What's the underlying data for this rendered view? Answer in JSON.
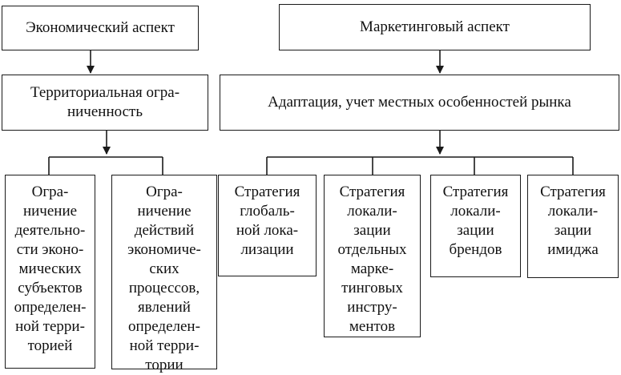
{
  "left": {
    "header": "Экономический аспект",
    "middle": "Территориальная огра-\nниченность",
    "children": [
      "Огра-\nничение\nдеятельно-\nсти эконо-\nмических\nсубъектов\nопределен-\nной терри-\nторией",
      "Огра-\nничение\nдействий\nэкономиче-\nских\nпроцессов,\nявлений\nопределен-\nной терри-\nтории"
    ]
  },
  "right": {
    "header": "Маркетинговый аспект",
    "middle": "Адаптация, учет местных особенностей рынка",
    "children": [
      "Стратегия\nглобаль-\nной лока-\nлизации",
      "Стратегия\nлокали-\nзации\nотдельных\nмарке-\nтинговых\nинстру-\nментов",
      "Стратегия\nлокали-\nзации\nбрендов",
      "Стратегия\nлокали-\nзации\nимиджа"
    ]
  }
}
